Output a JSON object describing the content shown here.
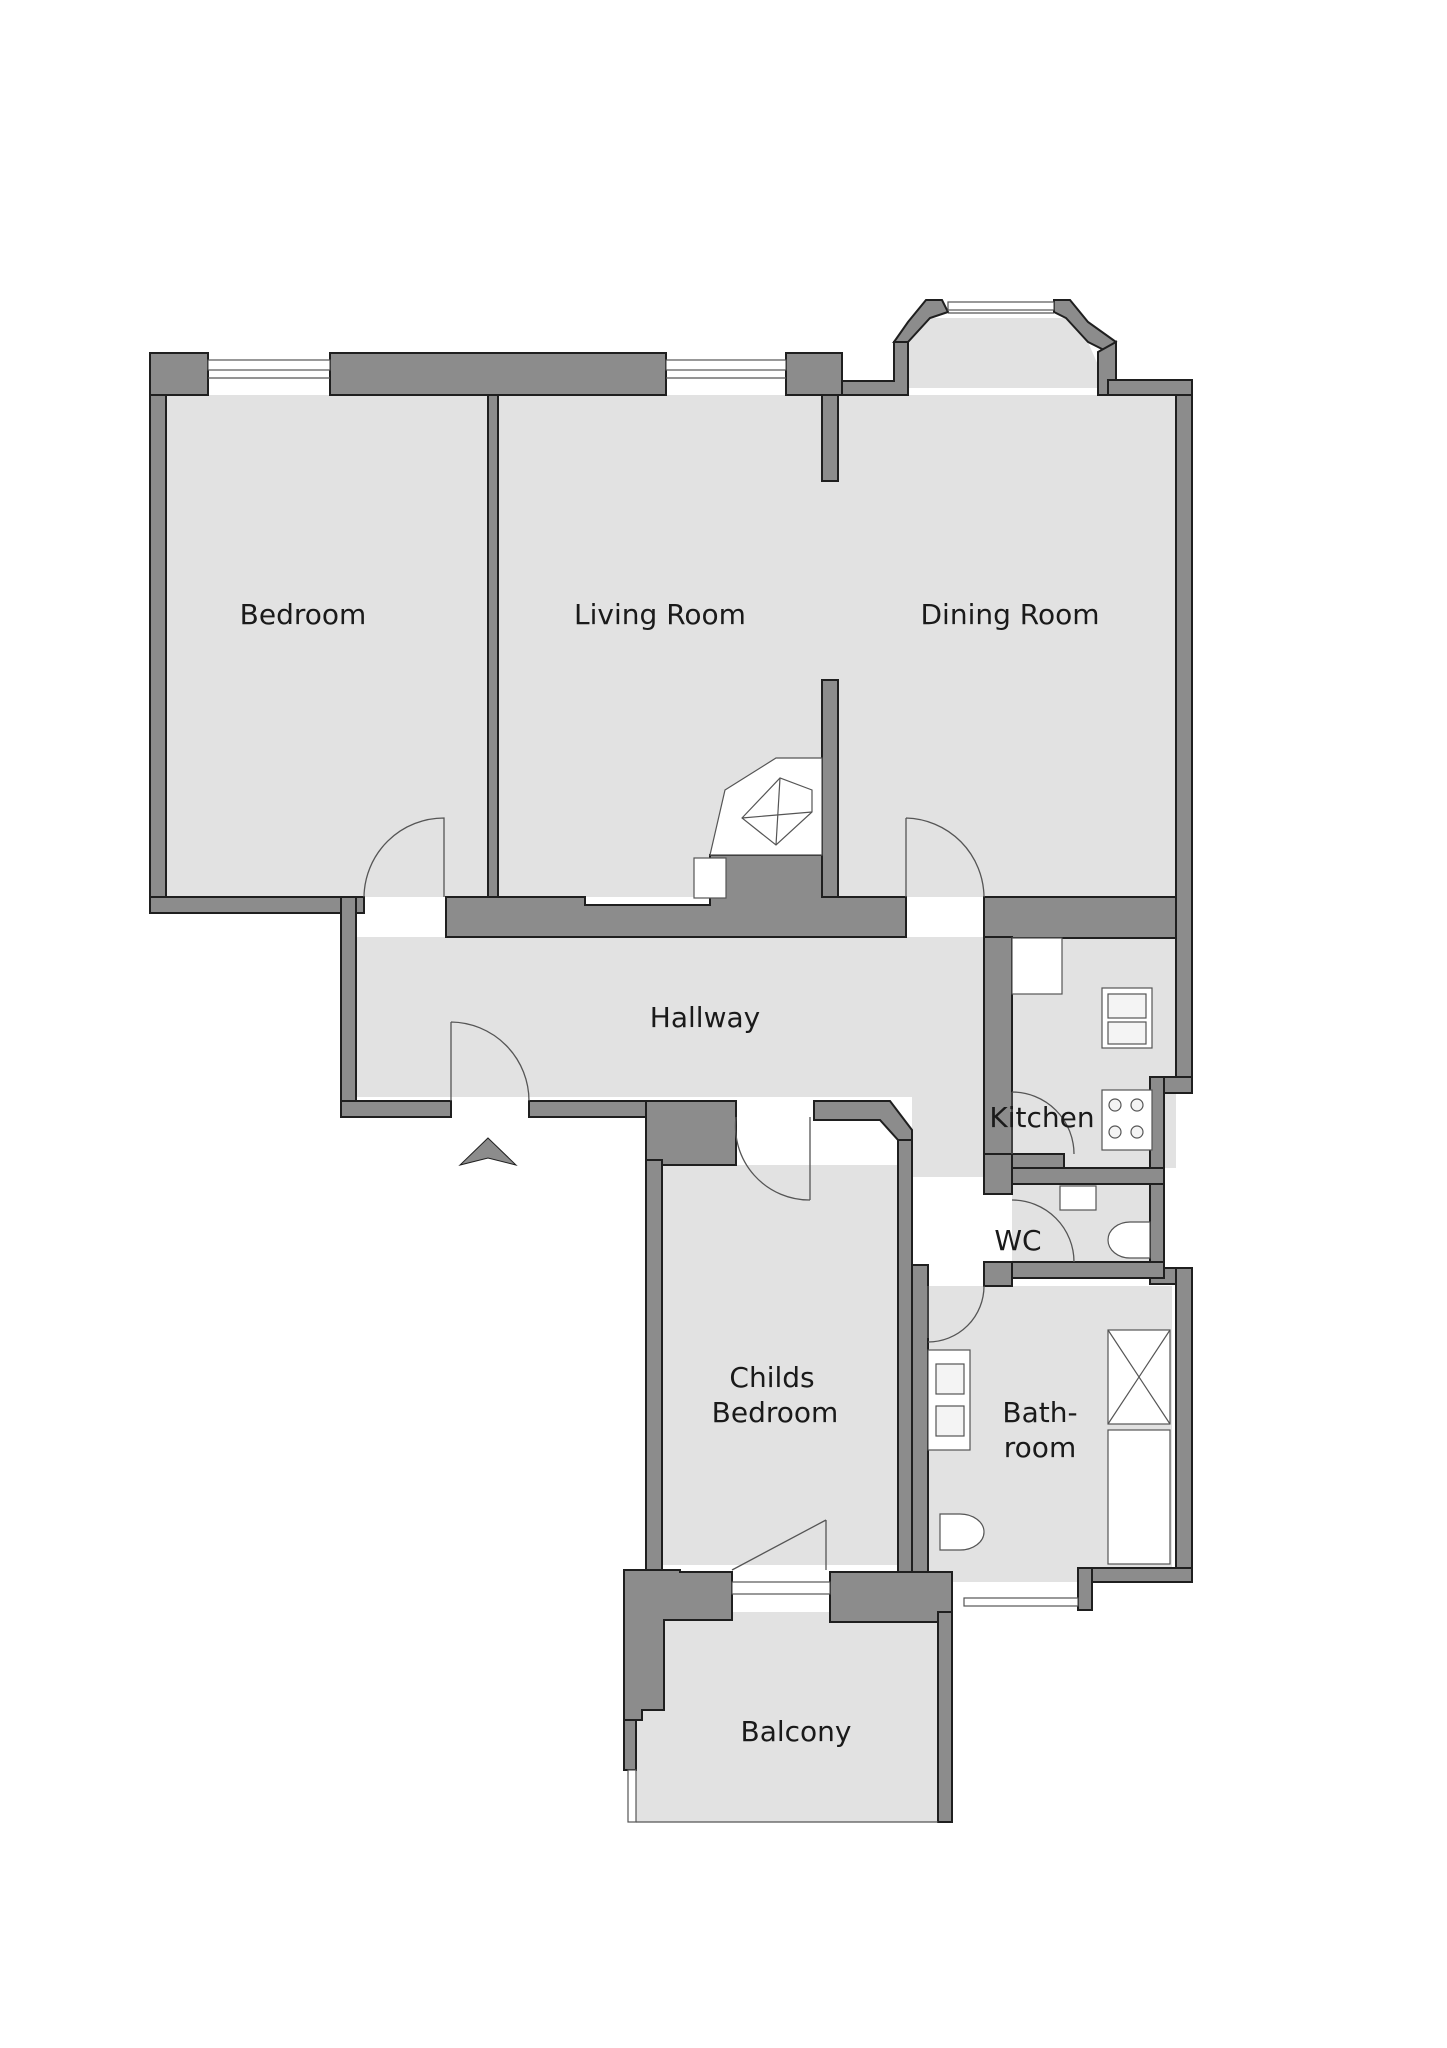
{
  "floorplan": {
    "colors": {
      "background": "#ffffff",
      "floor": "#e2e2e2",
      "wall": "#8c8c8c",
      "outline": "#1f1f1f",
      "fixture": "#f4f4f4"
    },
    "rooms": {
      "bedroom": "Bedroom",
      "living_room": "Living Room",
      "dining_room": "Dining Room",
      "hallway": "Hallway",
      "kitchen": "Kitchen",
      "wc": "WC",
      "childs_bedroom_line1": "Childs",
      "childs_bedroom_line2": "Bedroom",
      "bathroom_line1": "Bath-",
      "bathroom_line2": "room",
      "balcony": "Balcony"
    },
    "entrance_marker": "entrance-arrow-icon"
  }
}
